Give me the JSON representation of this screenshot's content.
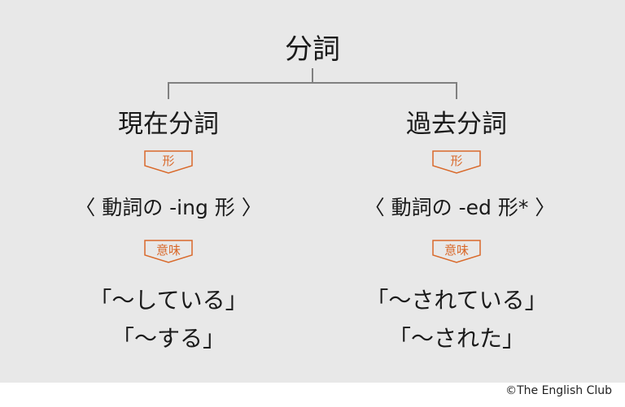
{
  "title": "分詞",
  "branches": [
    {
      "heading": "現在分詞",
      "form_badge": "形",
      "form": "〈 動詞の -ing 形 〉",
      "meaning_badge": "意味",
      "meanings": [
        "「～している」",
        "「～する」"
      ]
    },
    {
      "heading": "過去分詞",
      "form_badge": "形",
      "form": "〈 動詞の -ed 形* 〉",
      "meaning_badge": "意味",
      "meanings": [
        "「～されている」",
        "「～された」"
      ]
    }
  ],
  "credit": "©The English Club",
  "colors": {
    "accent": "#d9692a",
    "panel": "#e8e8e8",
    "line": "#808080"
  }
}
